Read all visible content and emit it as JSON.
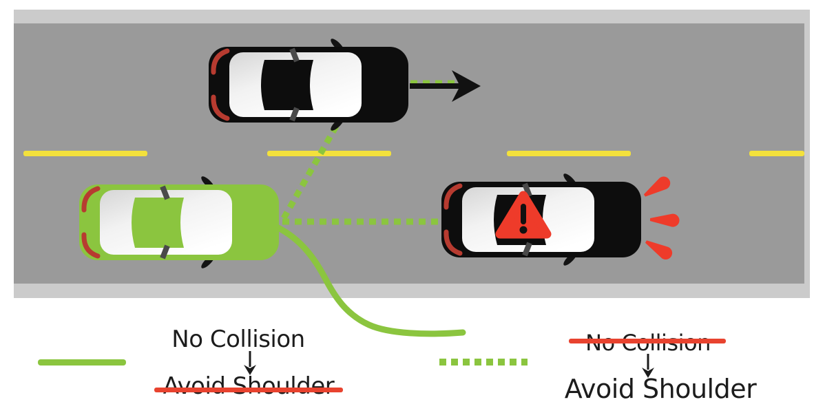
{
  "colors": {
    "road": "#9a9a9a",
    "shoulder": "#cbcbcb",
    "lane_marking": "#f3e13c",
    "ego_green": "#8bc53f",
    "hazard_red": "#ee3b2a",
    "strike_red": "#e8432f",
    "car_black": "#0d0d0d",
    "tail_red": "#b73b30",
    "text": "#1c1c1c"
  },
  "scene": {
    "road": {
      "lanes": 2,
      "lane_dash_count": 4,
      "shoulder_strips": [
        "top",
        "bottom",
        "right"
      ]
    },
    "vehicles": [
      {
        "name": "lead-car",
        "color": "black",
        "lane": "top",
        "indicator": "motion-arrow-icon"
      },
      {
        "name": "ego-car",
        "color": "green",
        "lane": "bottom",
        "paths": [
          "solid-shoulder-curve",
          "dotted-to-lead-car",
          "dotted-to-stopped-car"
        ]
      },
      {
        "name": "stopped-car",
        "color": "black",
        "lane": "bottom",
        "indicator": "warning-triangle-icon",
        "extra": "hazard-flash-icon"
      }
    ]
  },
  "legend": {
    "solid": {
      "swatch": "solid-green-line",
      "top_label": "No Collision",
      "bottom_label": "Avoid Shoulder",
      "struck_label": "bottom"
    },
    "dotted": {
      "swatch": "dotted-green-line",
      "top_label": "No Collision",
      "bottom_label": "Avoid Shoulder",
      "struck_label": "top"
    }
  }
}
